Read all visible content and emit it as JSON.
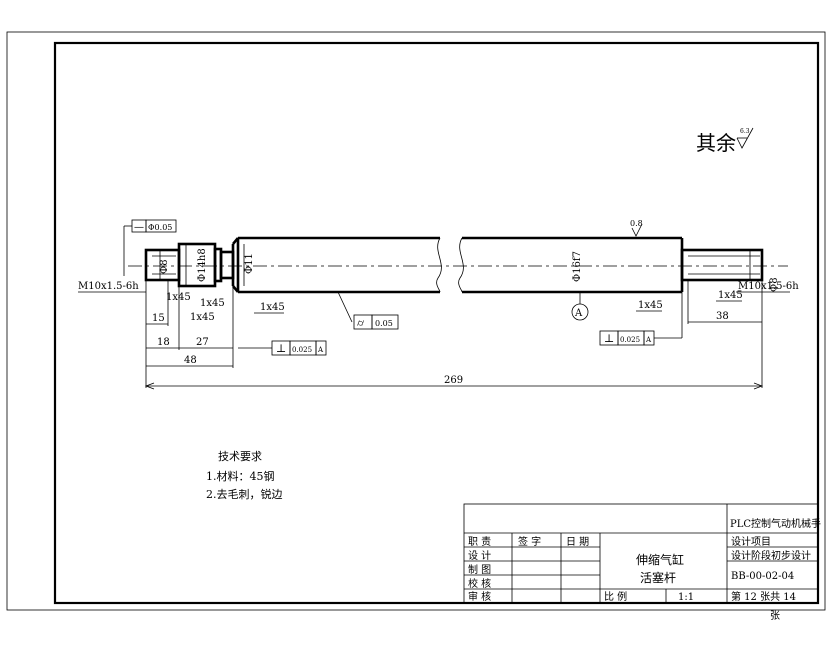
{
  "drawing": {
    "finish_label": "其余",
    "finish_value": "6.3",
    "roughness_top": "0.8",
    "datum": "A",
    "thread_left": "M10x1.5-6h",
    "thread_right": "M10x1.5-6h",
    "dim_l1": "15",
    "dim_l2": "18",
    "dim_l3": "27",
    "dim_l4": "48",
    "dim_total": "269",
    "dim_r1": "38",
    "chamfer": "1x45",
    "dia_a": "Φ8",
    "dia_b": "Φ14h8",
    "dia_c": "Φ11",
    "dia_main": "Φ16f7",
    "dia_right": "Φ8",
    "tol_top_sym": "—",
    "tol_top_val": "Φ0.05",
    "tol_perp1_sym": "⊥",
    "tol_perp1_val": "0.025",
    "tol_cyl_sym": "⌭",
    "tol_cyl_val": "0.05",
    "tol_perp2_sym": "⊥",
    "tol_perp2_val": "0.025"
  },
  "notes": {
    "title": "技术要求",
    "item1": "1.材料：45钢",
    "item2": "2.去毛刺，锐边"
  },
  "title_block": {
    "project_name": "PLC控制气动机械手",
    "row_labels": [
      "职 责",
      "设 计",
      "制 图",
      "校 核",
      "审 核"
    ],
    "col_sign": "签 字",
    "col_date": "日 期",
    "part_line1": "伸缩气缸",
    "part_line2": "活塞杆",
    "design_label": "设计项目",
    "design_stage": "设计阶段初步设计",
    "drawing_no": "BB-00-02-04",
    "scale_label": "比 例",
    "scale_value": "1:1",
    "sheet_info": "第 12 张共 14",
    "sheet_unit": "张"
  }
}
